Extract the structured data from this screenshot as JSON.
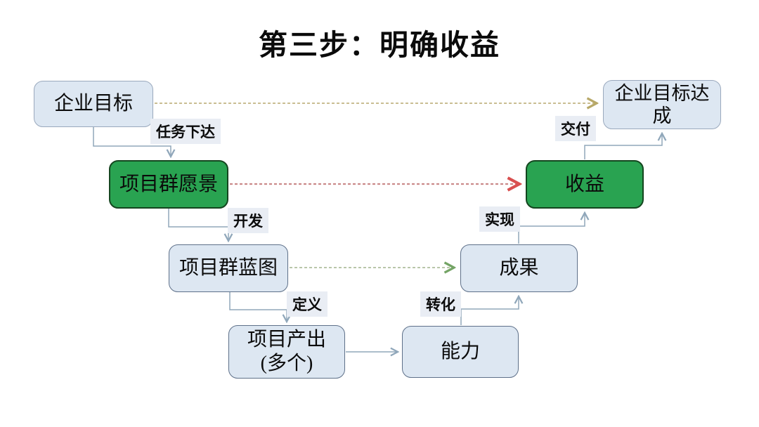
{
  "title": "第三步：明确收益",
  "nodes": [
    {
      "id": "enterprise-goal",
      "label": "企业目标",
      "type": "light"
    },
    {
      "id": "program-vision",
      "label": "项目群愿景",
      "type": "green"
    },
    {
      "id": "program-blueprint",
      "label": "项目群蓝图",
      "type": "light"
    },
    {
      "id": "project-output",
      "label": "项目产出",
      "label2": "(多个)",
      "type": "light"
    },
    {
      "id": "capability",
      "label": "能力",
      "type": "light"
    },
    {
      "id": "outcome",
      "label": "成果",
      "type": "light"
    },
    {
      "id": "benefit",
      "label": "收益",
      "type": "green"
    },
    {
      "id": "goal-achieved",
      "label": "企业目标达成",
      "type": "light"
    }
  ],
  "edge_labels": [
    {
      "id": "task-assignment",
      "label": "任务下达"
    },
    {
      "id": "develop",
      "label": "开发"
    },
    {
      "id": "define",
      "label": "定义"
    },
    {
      "id": "transform",
      "label": "转化"
    },
    {
      "id": "realize",
      "label": "实现"
    },
    {
      "id": "deliver",
      "label": "交付"
    }
  ],
  "colors": {
    "node_fill_light": "#dde7f2",
    "node_border_light": "#5e7089",
    "node_border_lighter": "#9aa9bd",
    "node_fill_green": "#29a351",
    "node_border_green": "#14461f",
    "connector": "#90a7ba",
    "dashed_tan": "#c9bd92",
    "dashed_red_line": "#cb8a8a",
    "dashed_red_arrow": "#d94f4f",
    "dashed_green_line": "#b9c6aa",
    "dashed_green_arrow": "#74a465",
    "edge_label_bg": "#e9edf4",
    "text": "#0b0b0b"
  }
}
